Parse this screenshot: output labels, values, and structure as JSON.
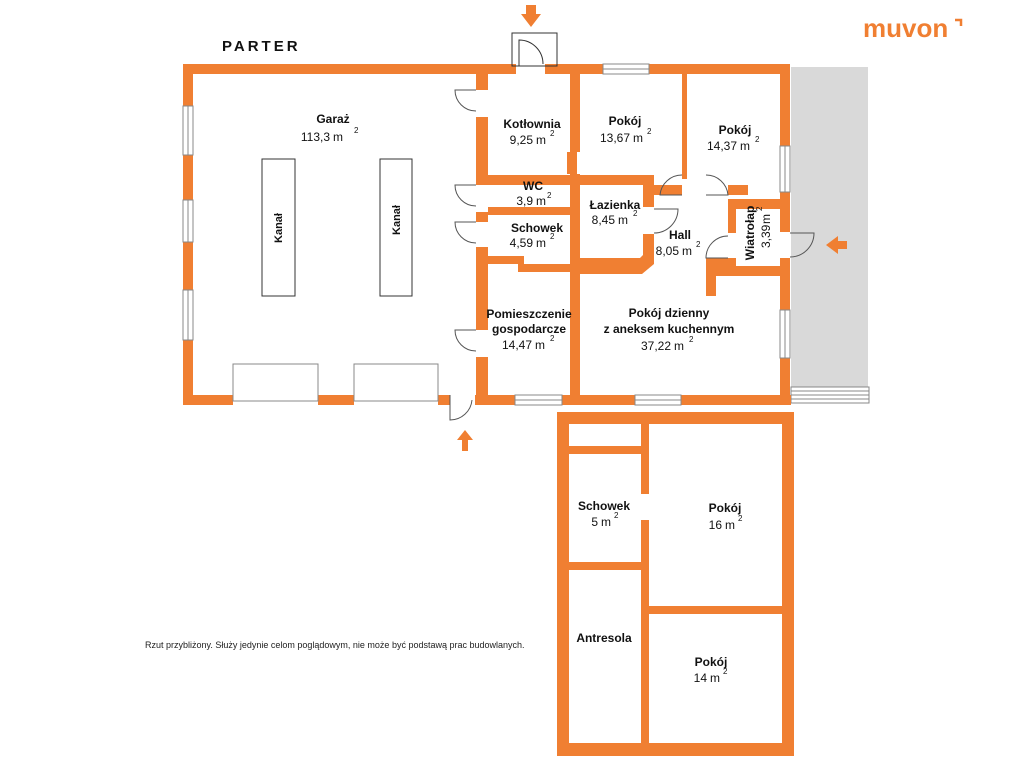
{
  "brand": {
    "logo_text": "muvon",
    "orange": "#F07F32",
    "terrace_gray": "#D9D9D9"
  },
  "floor_title": "PARTER",
  "note": "Rzut przybliżony. Służy jedynie celom poglądowym, nie może być podstawą prac budowlanych.",
  "unit": "m",
  "unit_sup": "2",
  "rooms": {
    "garaz": {
      "name": "Garaż",
      "area": "113,3"
    },
    "kanal": {
      "name": "Kanał"
    },
    "kotlownia": {
      "name": "Kotłownia",
      "area": "9,25"
    },
    "wc": {
      "name": "WC",
      "area": "3,9"
    },
    "schowek_parter": {
      "name": "Schowek",
      "area": "4,59"
    },
    "pomieszczenie": {
      "name_line1": "Pomieszczenie",
      "name_line2": "gospodarcze",
      "area": "14,47"
    },
    "pokoj_a": {
      "name": "Pokój",
      "area": "13,67"
    },
    "pokoj_b": {
      "name": "Pokój",
      "area": "14,37"
    },
    "lazienka": {
      "name": "Łazienka",
      "area": "8,45"
    },
    "hall": {
      "name": "Hall",
      "area": "8,05"
    },
    "wiatrolap": {
      "name": "Wiatrołap",
      "area": "3,39"
    },
    "dzienny": {
      "name_line1": "Pokój dzienny",
      "name_line2": "z aneksem kuchennym",
      "area": "37,22"
    },
    "schowek_pietro": {
      "name": "Schowek",
      "area": "5"
    },
    "pokoj_c": {
      "name": "Pokój",
      "area": "16"
    },
    "antresola": {
      "name": "Antresola"
    },
    "pokoj_d": {
      "name": "Pokój",
      "area": "14"
    }
  }
}
